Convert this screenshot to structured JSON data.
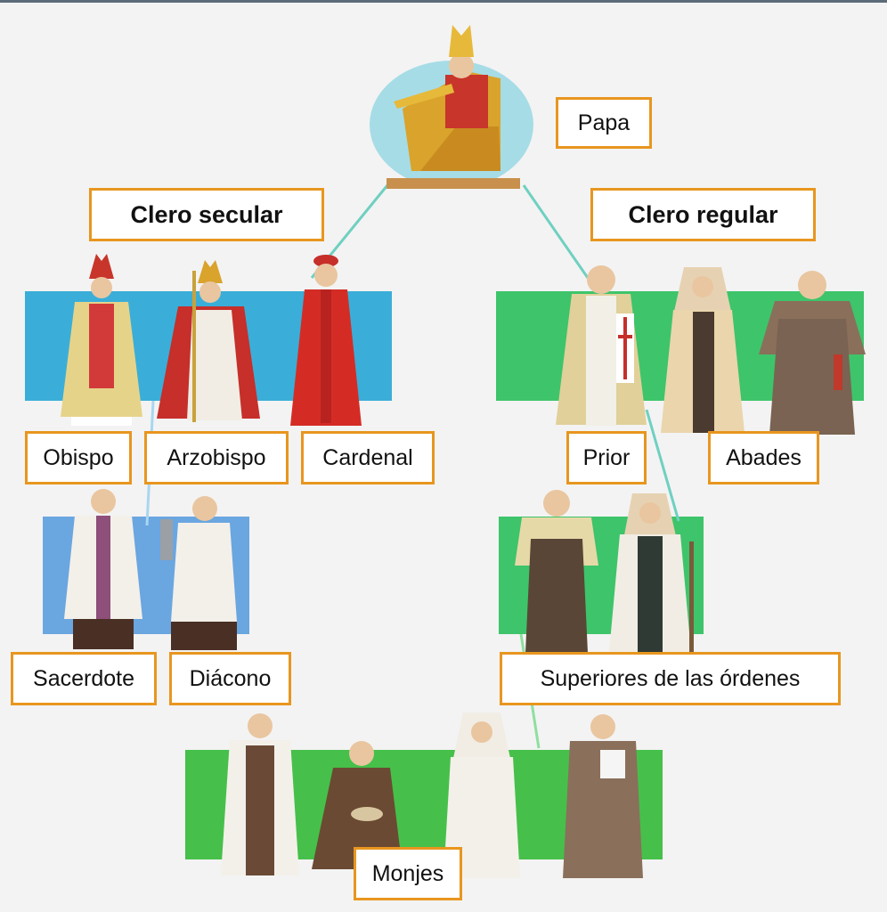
{
  "labels": {
    "papa": "Papa",
    "clero_secular": "Clero secular",
    "clero_regular": "Clero regular",
    "obispo": "Obispo",
    "arzobispo": "Arzobispo",
    "cardenal": "Cardenal",
    "prior": "Prior",
    "abades": "Abades",
    "sacerdote": "Sacerdote",
    "diacono": "Diácono",
    "superiores": "Superiores de las órdenes",
    "monjes": "Monjes"
  },
  "colors": {
    "label_border": "#e8961f",
    "secular_band": "#3aaed8",
    "secular_lower_band": "#6aa6e0",
    "regular_band": "#3ec46a",
    "monk_band": "#46c04a",
    "connector": "#6fd0c0",
    "pope_circle": "#a6dce6"
  }
}
